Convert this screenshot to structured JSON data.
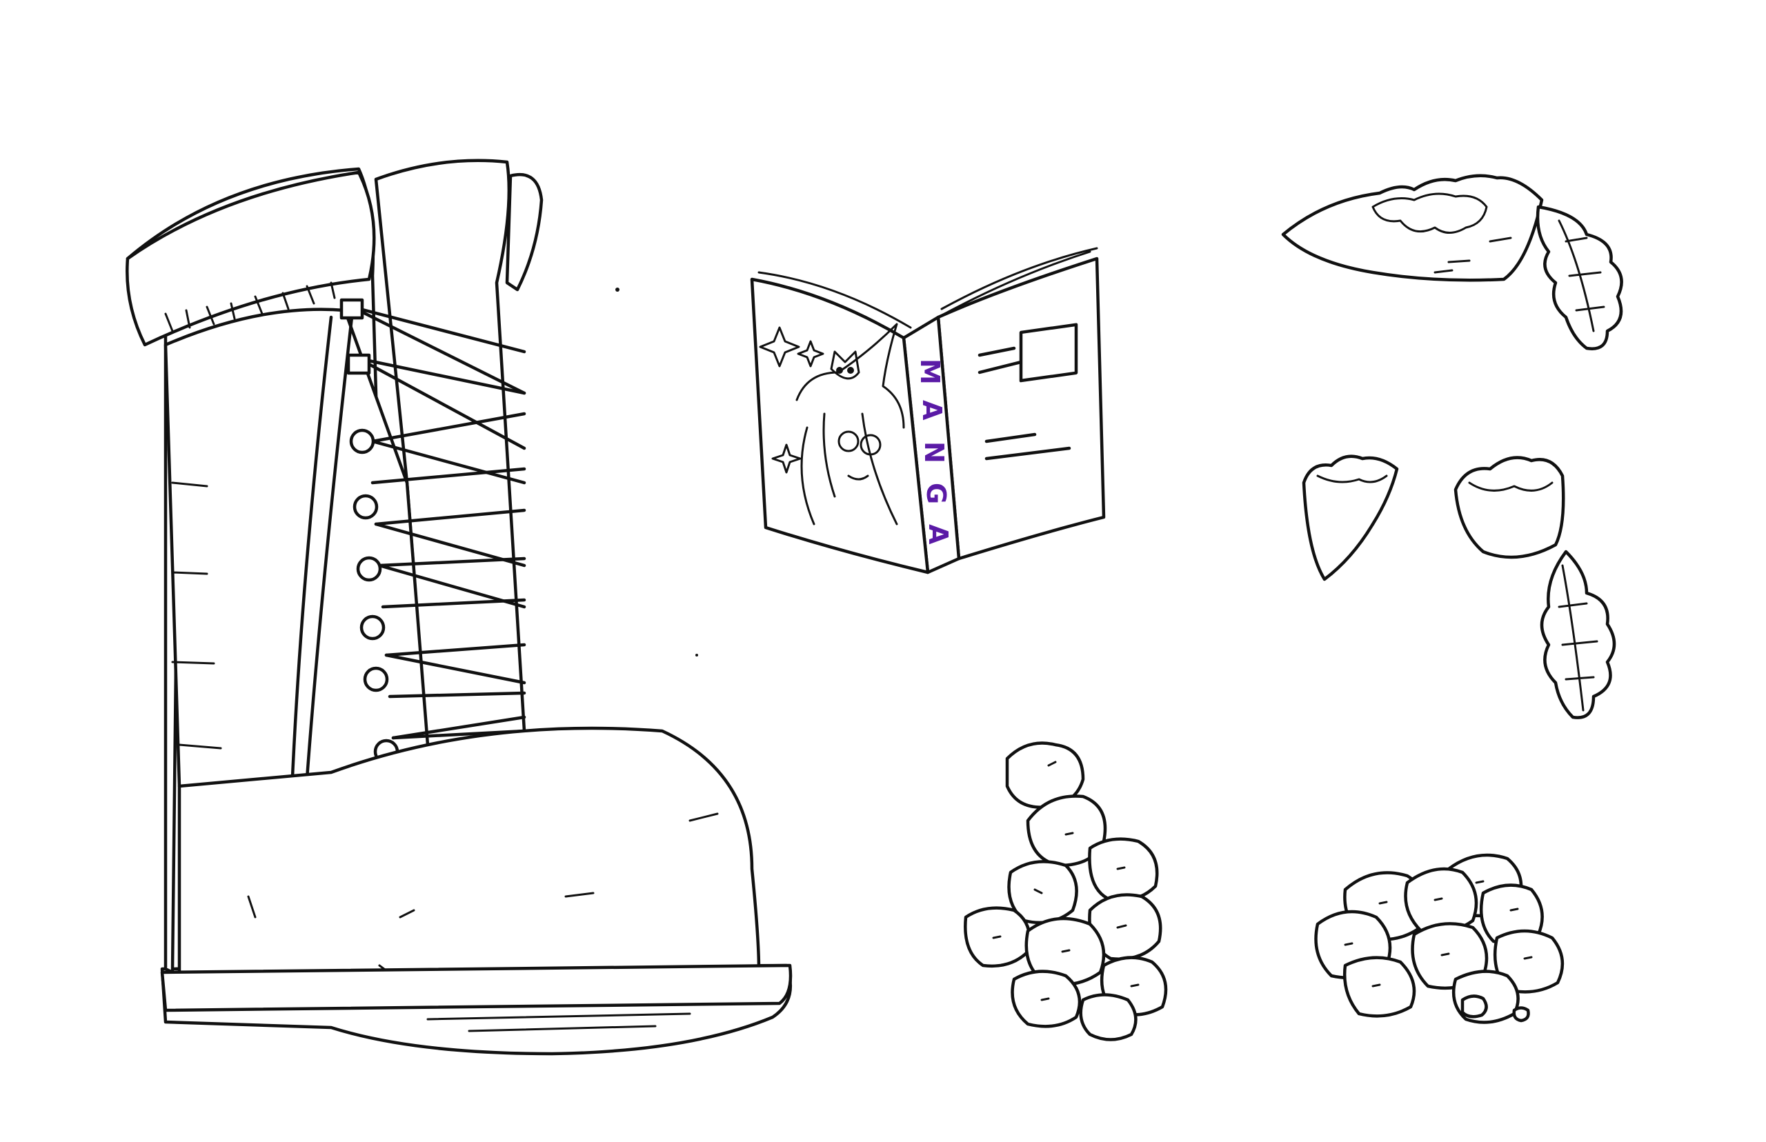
{
  "colors": {
    "ink": "#111111",
    "paper": "#ffffff",
    "manga_spine_text": "#5a1aa6"
  },
  "manga_book": {
    "spine_title": "MANGA",
    "letters": [
      "M",
      "A",
      "N",
      "G",
      "A"
    ]
  },
  "items": [
    {
      "icon": "boot-icon"
    },
    {
      "icon": "manga-book-icon"
    },
    {
      "icon": "bitten-carrot-icon"
    },
    {
      "icon": "carrot-pieces-icon"
    },
    {
      "icon": "stacked-potatoes-icon"
    },
    {
      "icon": "potato-pile-icon"
    }
  ]
}
